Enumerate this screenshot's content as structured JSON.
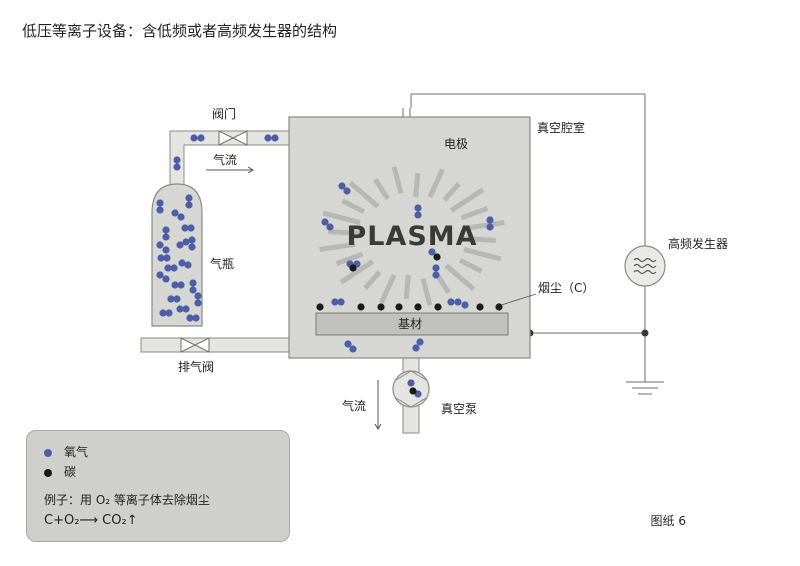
{
  "title": "低压等离子设备：含低频或者高频发生器的结构",
  "labels": {
    "valve": "阀门",
    "gas_flow_top": "气流",
    "gas_bottle": "气瓶",
    "exhaust_valve": "排气阀",
    "electrode": "电极",
    "vacuum_chamber": "真空腔室",
    "hf_generator": "高频发生器",
    "soot": "烟尘（C）",
    "substrate": "基材",
    "plasma": "PLASMA",
    "gas_flow_bottom": "气流",
    "vacuum_pump": "真空泵"
  },
  "legend": {
    "oxygen": "氧气",
    "carbon": "碳",
    "example": "例子：用 O₂ 等离子体去除烟尘",
    "reaction": "C+O₂⟶ CO₂↑"
  },
  "figure_label": "图纸 6",
  "colors": {
    "oxygen": "#4a5fa8",
    "carbon": "#1a1a1a",
    "chamber": "#d6d6d2",
    "pipe": "#e4e4e0",
    "outline": "#8a8a86",
    "substrate": "#c0c0bc"
  }
}
